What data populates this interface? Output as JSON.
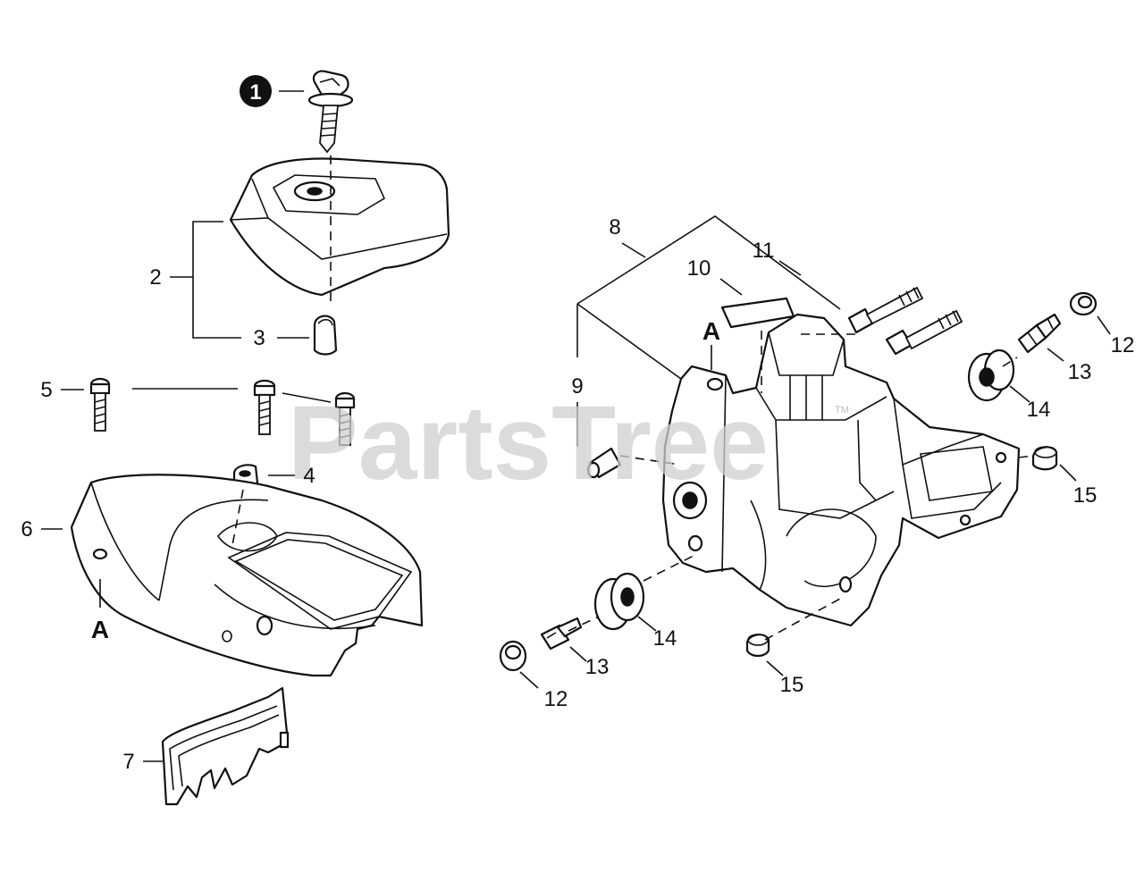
{
  "watermark": "PartsTree",
  "trademark": "TM",
  "reference_mark": "A",
  "callouts": {
    "c1": "1",
    "c2": "2",
    "c3": "3",
    "c4": "4",
    "c5": "5",
    "c6": "6",
    "c7": "7",
    "c8": "8",
    "c9": "9",
    "c10": "10",
    "c11": "11",
    "c12_right": "12",
    "c13_right": "13",
    "c14_right": "14",
    "c15_right": "15",
    "c12_bottom": "12",
    "c13_bottom": "13",
    "c14_bottom": "14",
    "c15_bottom": "15"
  }
}
